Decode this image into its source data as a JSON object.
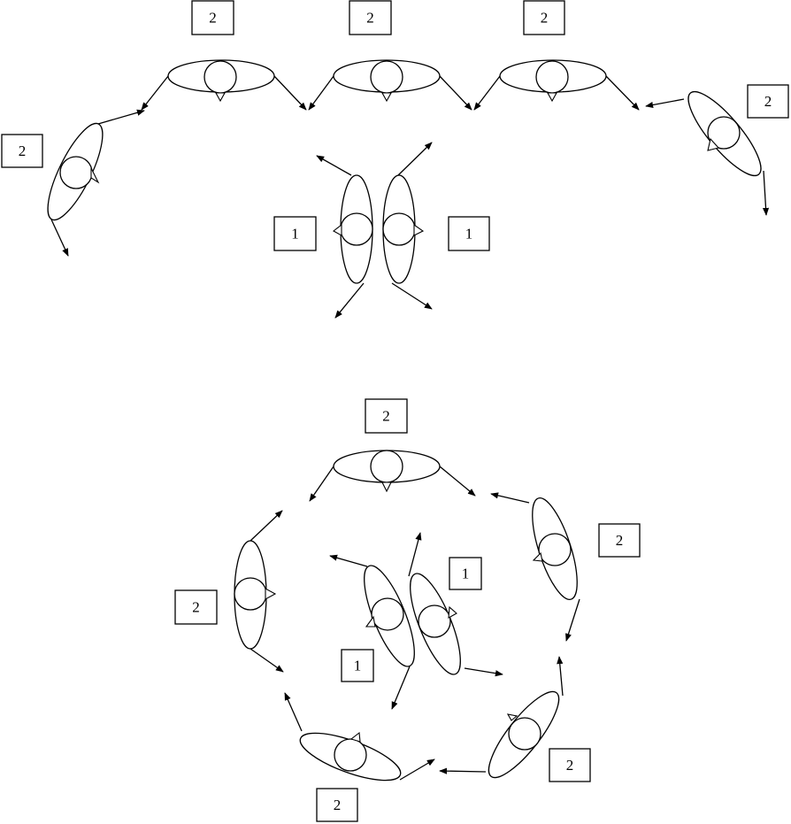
{
  "diagram": {
    "colors": {
      "stroke": "#000000",
      "background": "#ffffff"
    },
    "labels": [
      {
        "id": "top-chain-1",
        "text": "2"
      },
      {
        "id": "top-chain-2",
        "text": "2"
      },
      {
        "id": "top-chain-3",
        "text": "2"
      },
      {
        "id": "top-left-2",
        "text": "2"
      },
      {
        "id": "top-right-2",
        "text": "2"
      },
      {
        "id": "top-pair-left",
        "text": "1"
      },
      {
        "id": "top-pair-right",
        "text": "1"
      },
      {
        "id": "ring-top",
        "text": "2"
      },
      {
        "id": "ring-right",
        "text": "2"
      },
      {
        "id": "ring-left",
        "text": "2"
      },
      {
        "id": "ring-center-upper",
        "text": "1"
      },
      {
        "id": "ring-center-lower",
        "text": "1"
      },
      {
        "id": "ring-bottom-right",
        "text": "2"
      },
      {
        "id": "ring-bottom",
        "text": "2"
      }
    ]
  }
}
